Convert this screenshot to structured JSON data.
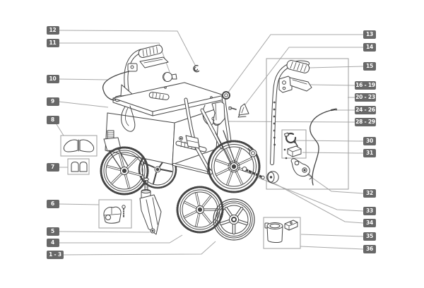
{
  "diagram": {
    "kind": "exploded-parts-diagram",
    "colors": {
      "background": "#ffffff",
      "artwork_line": "#454545",
      "leader_line": "#a8a8a8",
      "group_box_line": "#9e9e9e",
      "label_background": "#686868",
      "label_text": "#ffffff"
    }
  },
  "callouts": {
    "left": [
      {
        "text": "12"
      },
      {
        "text": "11"
      },
      {
        "text": "10"
      },
      {
        "text": "9"
      },
      {
        "text": "8"
      },
      {
        "text": "7"
      },
      {
        "text": "6"
      },
      {
        "text": "5"
      },
      {
        "text": "4"
      },
      {
        "text": "1 - 3"
      }
    ],
    "right": [
      {
        "text": "13"
      },
      {
        "text": "14"
      },
      {
        "text": "15"
      },
      {
        "text": "16 - 19"
      },
      {
        "text": "20 - 23"
      },
      {
        "text": "24 - 26"
      },
      {
        "text": "28 - 29"
      },
      {
        "text": "30"
      },
      {
        "text": "31"
      },
      {
        "text": "32"
      },
      {
        "text": "33"
      },
      {
        "text": "34"
      },
      {
        "text": "35"
      },
      {
        "text": "36"
      }
    ]
  }
}
